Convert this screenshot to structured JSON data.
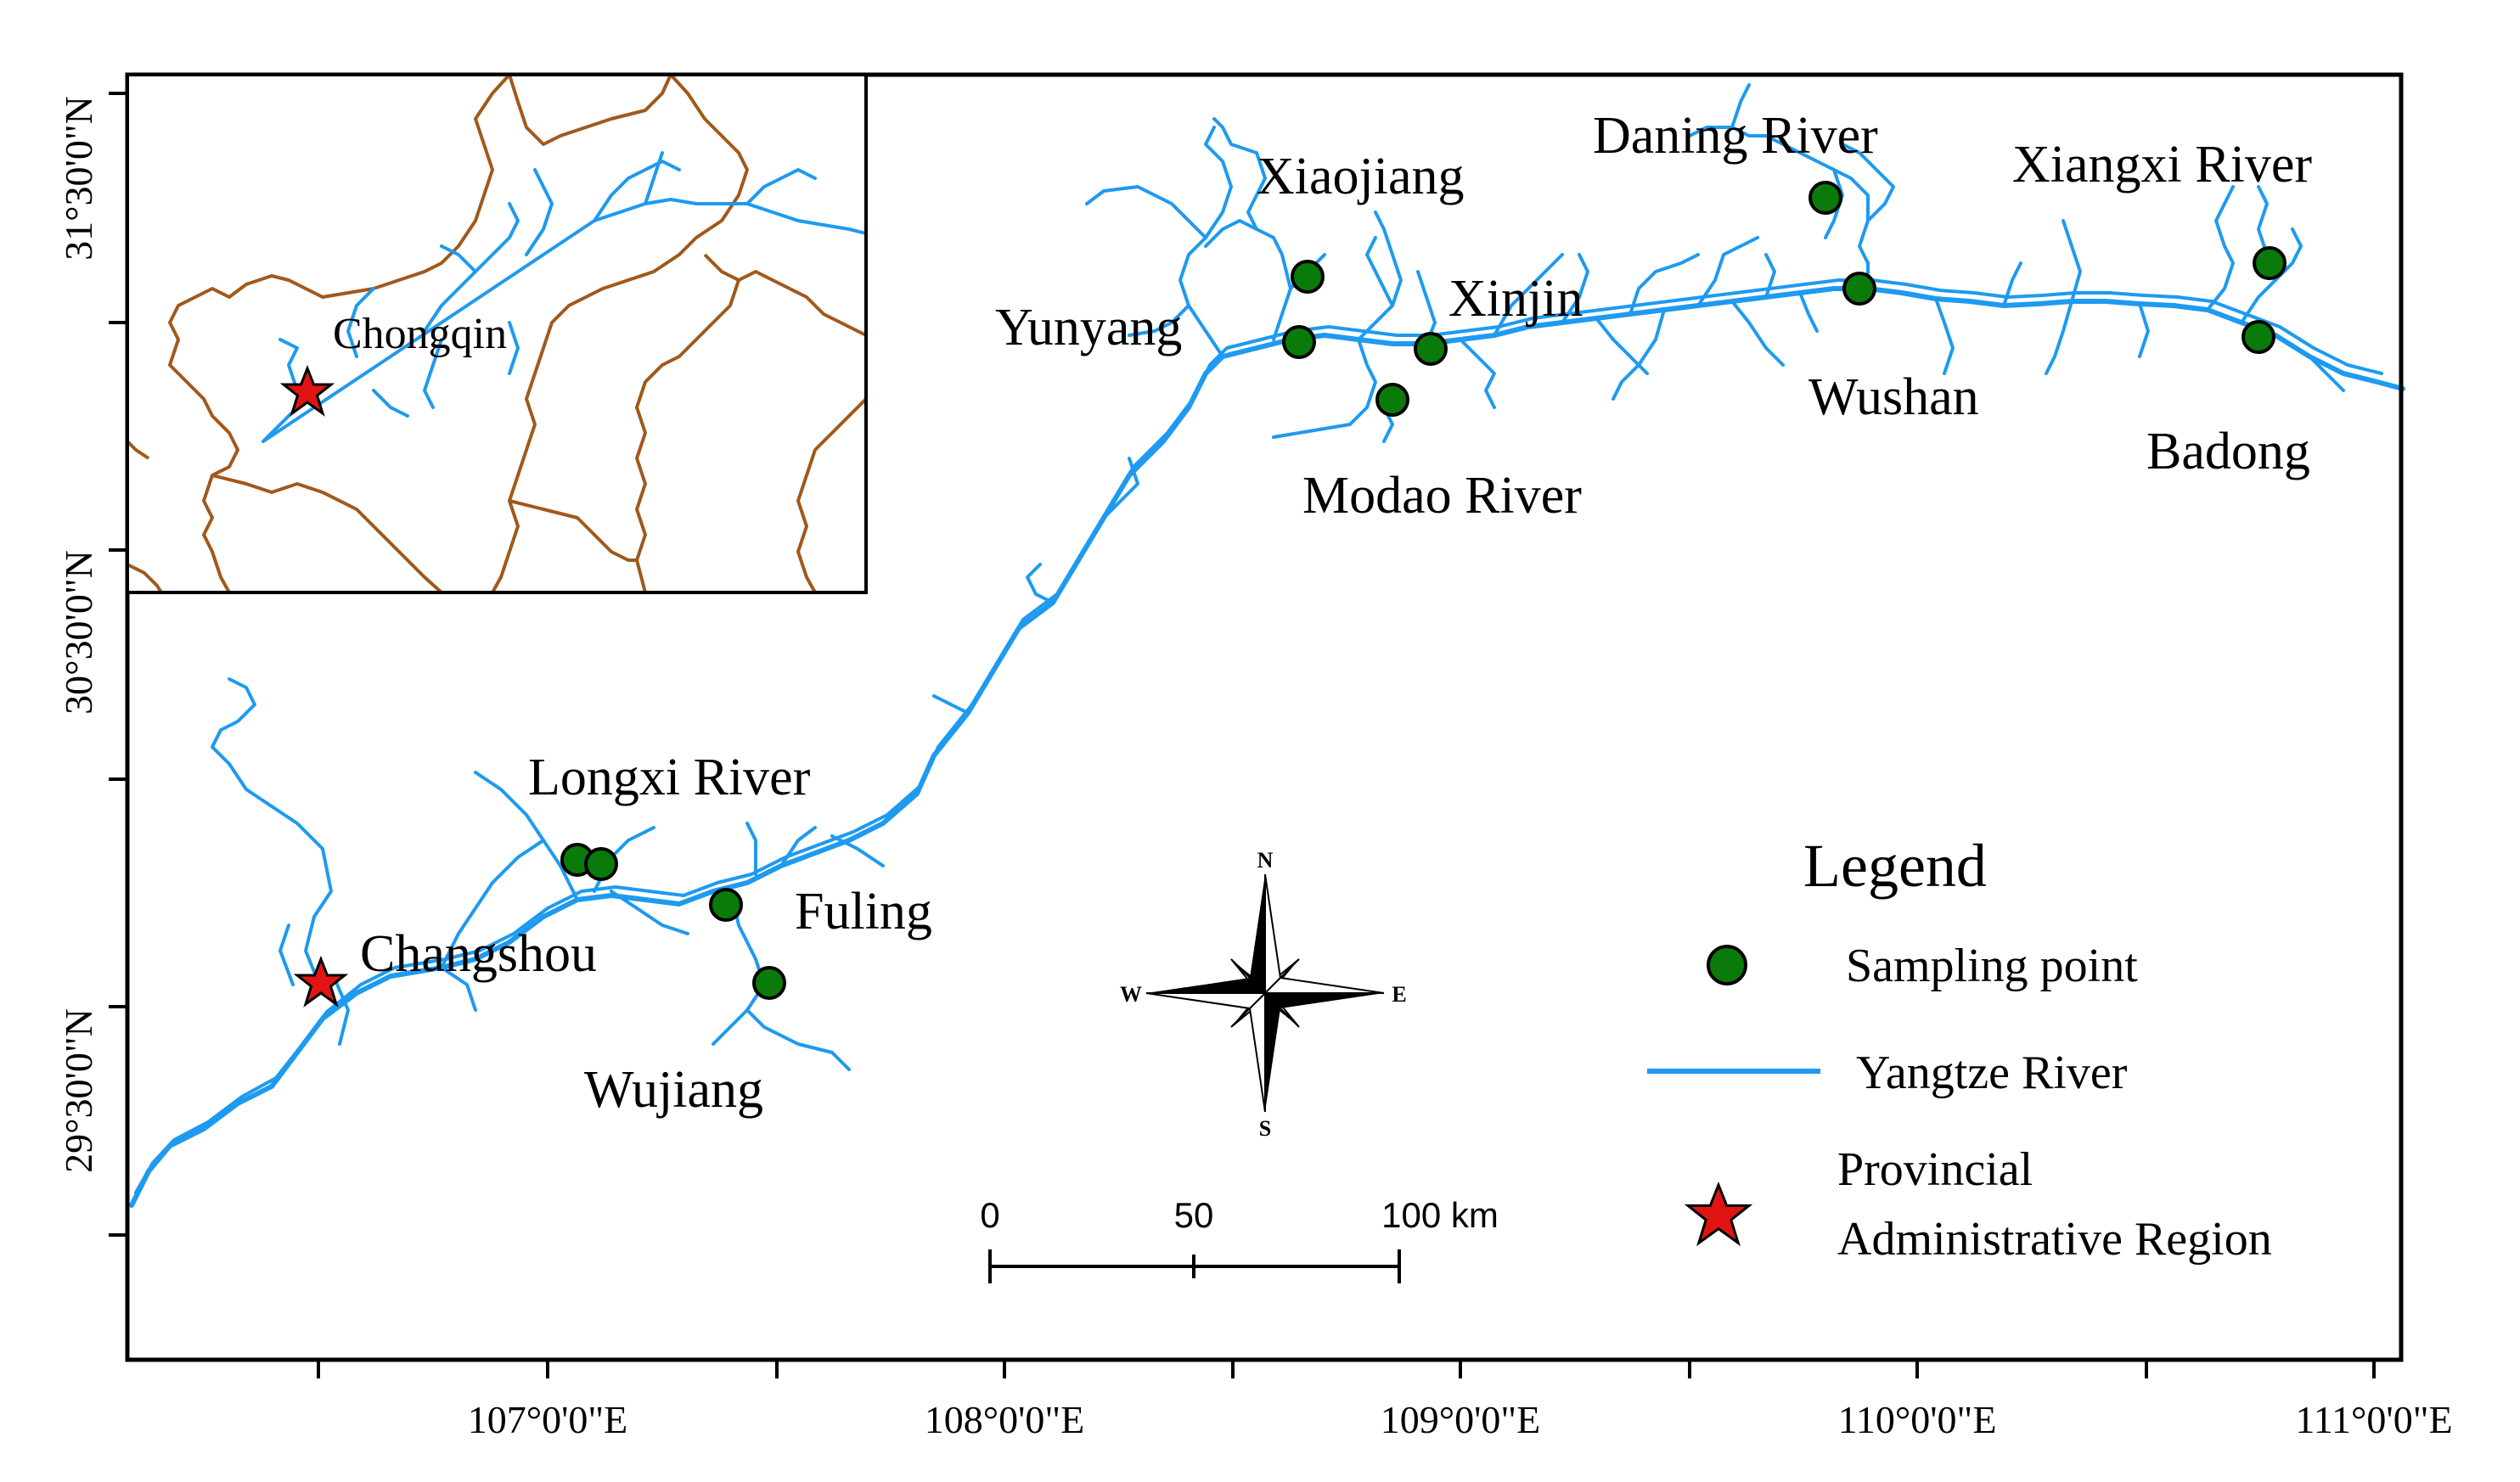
{
  "map": {
    "colors": {
      "river": "#1e9af0",
      "sampling_point": "#0a7a0a",
      "star": "#e11414",
      "border": "#a0591c",
      "frame": "#000000"
    },
    "latitude_ticks": [
      {
        "label": "31°30'0\"N",
        "lat": 31.5
      },
      {
        "label": "30°30'0\"N",
        "lat": 30.5
      },
      {
        "label": "29°30'0\"N",
        "lat": 29.5
      }
    ],
    "longitude_ticks": [
      {
        "label": "107°0'0\"E",
        "lon": 107
      },
      {
        "label": "108°0'0\"E",
        "lon": 108
      },
      {
        "label": "109°0'0\"E",
        "lon": 109
      },
      {
        "label": "110°0'0\"E",
        "lon": 110
      },
      {
        "label": "111°0'0\"E",
        "lon": 111
      }
    ],
    "places": {
      "xiaojiang": "Xiaojiang",
      "daning_river": "Daning River",
      "xiangxi_river": "Xiangxi River",
      "yunyang": "Yunyang",
      "xinjin": "Xinjin",
      "wushan": "Wushan",
      "badong": "Badong",
      "modao_river": "Modao River",
      "longxi_river": "Longxi River",
      "fuling": "Fuling",
      "changshou": "Changshou",
      "wujiang": "Wujiang",
      "chongqin": "Chongqin"
    },
    "legend": {
      "title": "Legend",
      "sampling_point": "Sampling point",
      "yangtze_river": "Yangtze River",
      "provincial_line1": "Provincial",
      "provincial_line2": "Administrative Region"
    },
    "scale_bar": {
      "tick_0": "0",
      "tick_50": "50",
      "tick_100": "100 km"
    },
    "compass": {
      "n": "N",
      "s": "S",
      "e": "E",
      "w": "W"
    },
    "icons": {
      "sampling_point": "green-circle-icon",
      "provincial_region": "red-star-icon",
      "north_arrow": "compass-rose-icon"
    }
  }
}
